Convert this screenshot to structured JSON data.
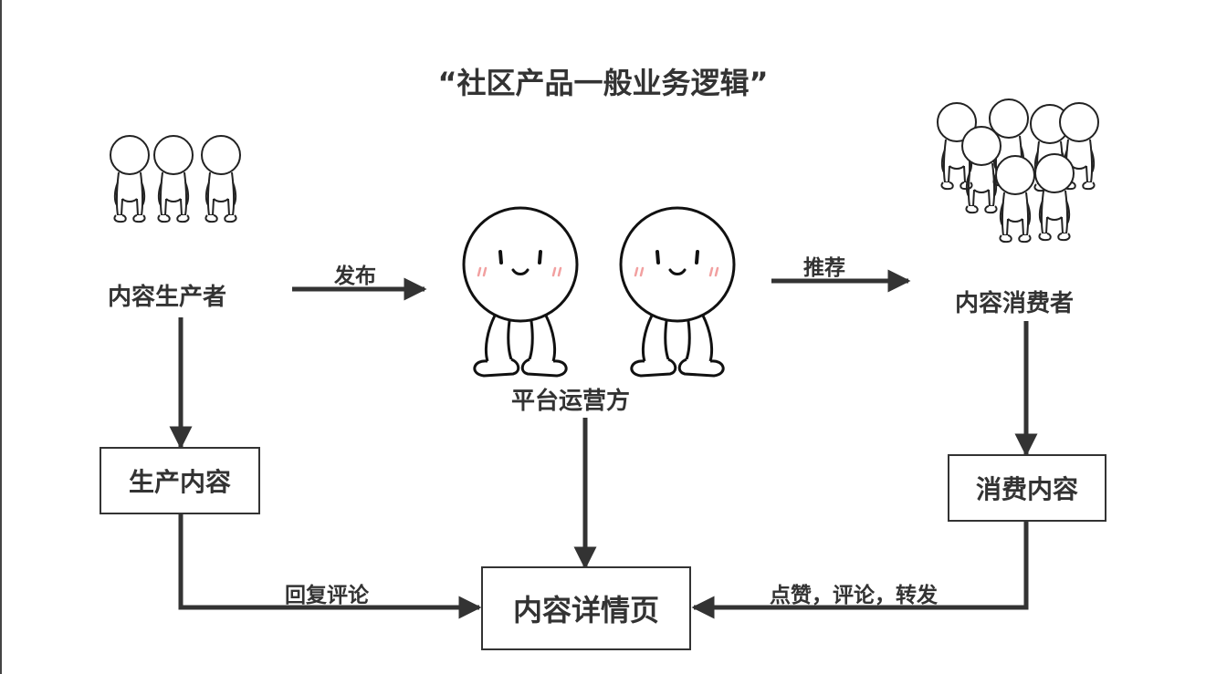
{
  "title": "“社区产品一般业务逻辑”",
  "nodes": {
    "producer": "内容生产者",
    "platform": "平台运营方",
    "consumer": "内容消费者",
    "produce_content": "生产内容",
    "consume_content": "消费内容",
    "detail_page": "内容详情页"
  },
  "edges": {
    "publish": "发布",
    "recommend": "推荐",
    "reply_comment": "回复评论",
    "like_comment_share": "点赞，评论，转发"
  },
  "colors": {
    "line": "#333333",
    "blush": "#f2a0a0"
  }
}
